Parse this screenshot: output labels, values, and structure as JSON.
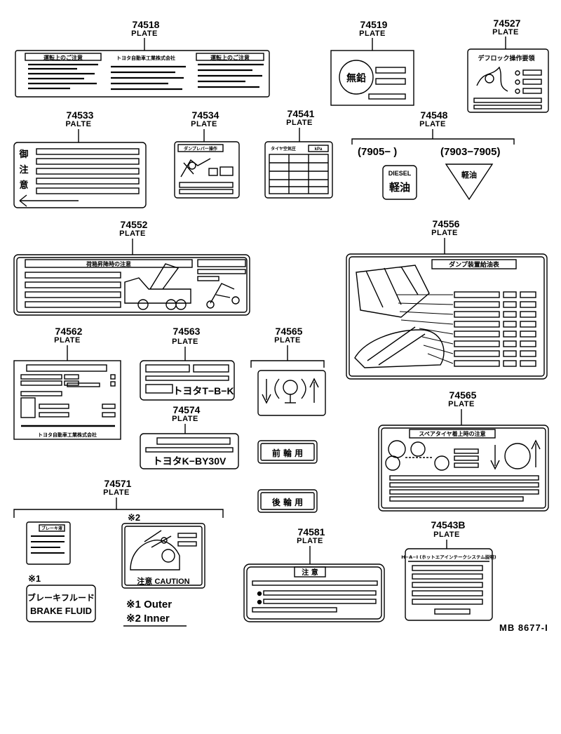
{
  "parts": [
    {
      "number": "74518",
      "label": "PLATE"
    },
    {
      "number": "74519",
      "label": "PLATE"
    },
    {
      "number": "74527",
      "label": "PLATE"
    },
    {
      "number": "74533",
      "label": "PALTE"
    },
    {
      "number": "74534",
      "label": "PLATE"
    },
    {
      "number": "74541",
      "label": "PLATE"
    },
    {
      "number": "74548",
      "label": "PLATE"
    },
    {
      "number": "74552",
      "label": "PLATE"
    },
    {
      "number": "74556",
      "label": "PLATE"
    },
    {
      "number": "74562",
      "label": "PLATE"
    },
    {
      "number": "74563",
      "label": "PLATE"
    },
    {
      "number": "74565",
      "label": "PLATE"
    },
    {
      "number": "74565",
      "label": "PLATE"
    },
    {
      "number": "74574",
      "label": "PLATE"
    },
    {
      "number": "74571",
      "label": "PLATE"
    },
    {
      "number": "74581",
      "label": "PLATE"
    },
    {
      "number": "74543B",
      "label": "PLATE"
    }
  ],
  "plate_texts": {
    "p74518_left_title": "運転上のご注意",
    "p74518_maker": "トヨタ自動車工業株式会社",
    "p74518_right_title": "運転上のご注意",
    "p74519_round": "無鉛",
    "p74527_title": "デフロック操作要領",
    "p74533_vertical_1": "御",
    "p74533_vertical_2": "注",
    "p74533_vertical_3": "意",
    "p74534_title": "ダンプレバー操作",
    "p74541_title": "タイヤ空気圧",
    "p74541_tag": "kPa",
    "p74548_range_a": "(7905−      )",
    "p74548_range_b": "(7903−7905)",
    "p74548_diesel": "DIESEL",
    "p74548_fuel_box": "軽油",
    "p74548_fuel_tri": "軽油",
    "p74552_title": "荷箱昇降時の注意",
    "p74556_title": "ダンプ装置給油表",
    "p74562_maker": "トヨタ自動車工業株式会社",
    "p74563_model": "トヨタT−B−K",
    "p74574_model": "トヨタK−BY30V",
    "p74565_front": "前 輪 用",
    "p74565_rear": "後 輪 用",
    "p74565b_title": "スペアタイヤ着上時の注意",
    "p74571_star2": "※2",
    "p74571_star1": "※1",
    "p74571_small_title": "ブレーキ液",
    "p74571_brake_jp": "ブレーキフルード",
    "p74571_brake_en": "BRAKE FLUID",
    "p74571_caution": "注意 CAUTION",
    "p74571_legend_1": "※1 Outer",
    "p74571_legend_2": "※2 Inner",
    "p74581_title": "注   意",
    "p74543B_title": "H−A−I (ホットエアインテークシステム説明)"
  },
  "footer": "MB  8677-I"
}
